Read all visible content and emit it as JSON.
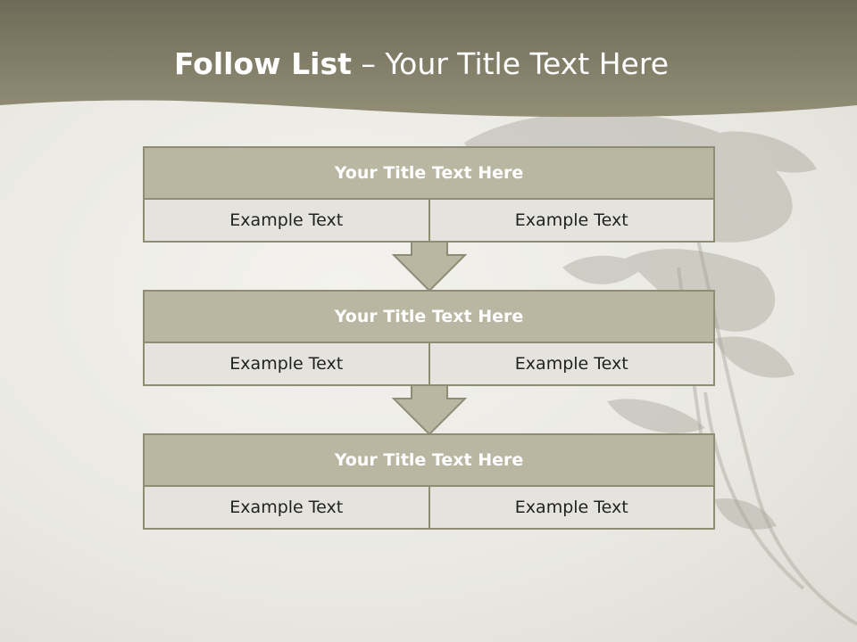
{
  "slide": {
    "title_bold": "Follow List",
    "title_separator": " – ",
    "title_rest": "Your Title Text Here"
  },
  "colors": {
    "header_band": "#8a8670",
    "block_title_bg": "#b9b7a2",
    "block_border": "#8f8c74",
    "cell_bg": "#e4e3de",
    "arrow_fill": "#b9b7a2"
  },
  "blocks": [
    {
      "title": "Your Title Text Here",
      "cells": [
        "Example Text",
        "Example Text"
      ]
    },
    {
      "title": "Your Title Text Here",
      "cells": [
        "Example Text",
        "Example Text"
      ]
    },
    {
      "title": "Your Title Text Here",
      "cells": [
        "Example Text",
        "Example Text"
      ]
    }
  ]
}
